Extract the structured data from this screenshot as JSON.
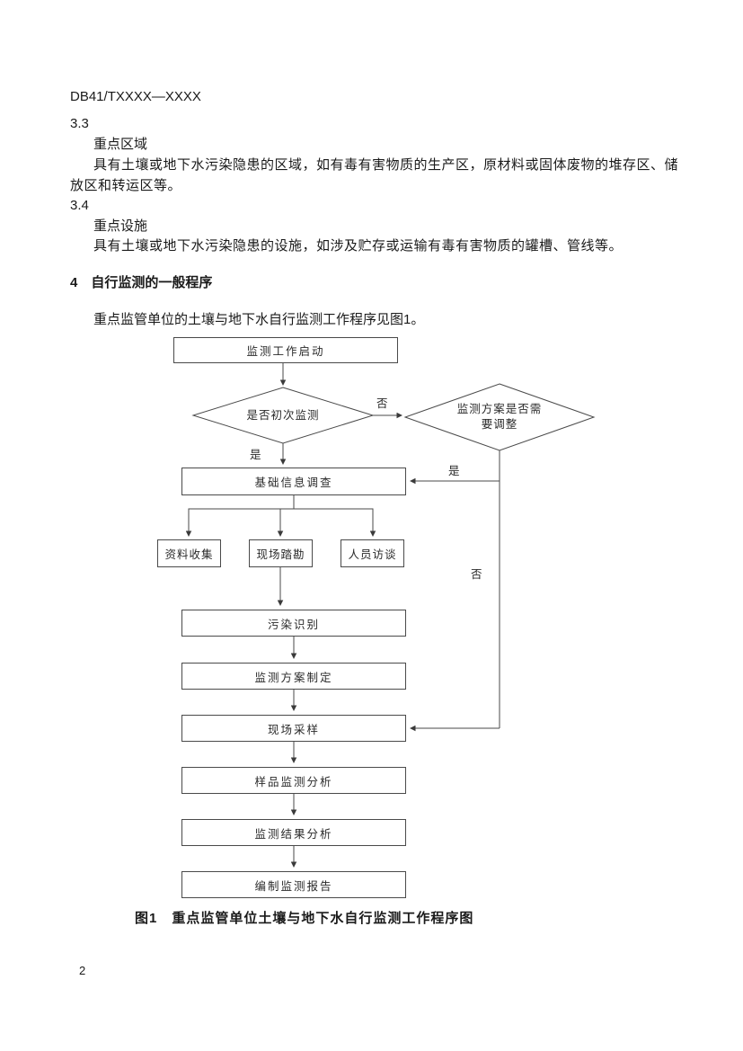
{
  "header": {
    "code": "DB41/TXXXX—XXXX"
  },
  "sections": [
    {
      "number": "3.3",
      "term": "重点区域",
      "definition": "具有土壤或地下水污染隐患的区域，如有毒有害物质的生产区，原材料或固体废物的堆存区、储放区和转运区等。"
    },
    {
      "number": "3.4",
      "term": "重点设施",
      "definition": "具有土壤或地下水污染隐患的设施，如涉及贮存或运输有毒有害物质的罐槽、管线等。"
    }
  ],
  "section4": {
    "heading": "4　自行监测的一般程序",
    "intro": "重点监管单位的土壤与地下水自行监测工作程序见图1。"
  },
  "flowchart": {
    "nodes": {
      "start": "监测工作启动",
      "decision_initial": "是否初次监测",
      "decision_adjust": "监测方案是否需\n要调整",
      "info_survey": "基础信息调查",
      "data_collection": "资料收集",
      "site_reconnaissance": "现场踏勘",
      "personnel_interview": "人员访谈",
      "pollution_identification": "污染识别",
      "monitoring_plan": "监测方案制定",
      "field_sampling": "现场采样",
      "sample_analysis": "样品监测分析",
      "result_analysis": "监测结果分析",
      "report_compilation": "编制监测报告"
    },
    "edge_labels": {
      "yes": "是",
      "no": "否"
    },
    "caption": "图1　重点监管单位土壤与地下水自行监测工作程序图"
  },
  "footer": {
    "page_number": "2"
  }
}
